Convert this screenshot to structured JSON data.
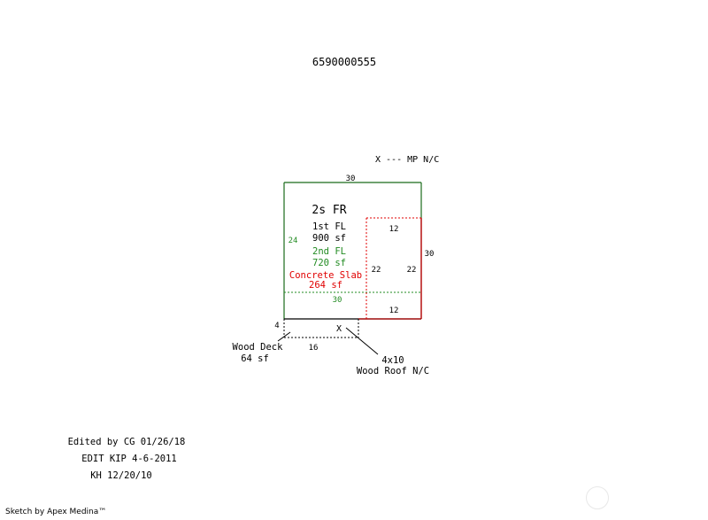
{
  "parcel_number": "6590000555",
  "legend_note": "X --- MP N/C",
  "main_structure": {
    "label": "2s FR",
    "first_floor_label": "1st FL",
    "first_floor_area": "900 sf",
    "second_floor_label": "2nd FL",
    "second_floor_area": "720 sf",
    "slab_label": "Concrete Slab",
    "slab_area": "264 sf"
  },
  "dimensions": {
    "top_width": "30",
    "right_depth": "30",
    "left_depth": "24",
    "second_floor_width": "30",
    "slab_top": "12",
    "slab_left": "22",
    "slab_right": "22",
    "slab_bottom": "12",
    "deck_depth": "4",
    "deck_width": "16"
  },
  "deck": {
    "label": "Wood Deck",
    "area": "64 sf",
    "marker": "X"
  },
  "roof": {
    "size": "4x10",
    "label": "Wood Roof N/C"
  },
  "notes": [
    "Edited by CG 01/26/18",
    "EDIT KIP 4-6-2011",
    "KH 12/20/10"
  ],
  "footer": "Sketch by Apex Medina™",
  "colors": {
    "first_floor": "#000000",
    "second_floor": "#228B22",
    "slab": "#E00000",
    "outline": "#1a6b1a"
  }
}
